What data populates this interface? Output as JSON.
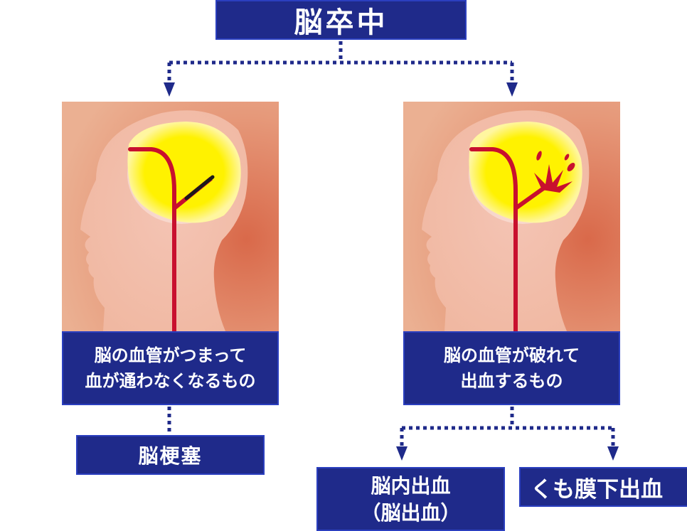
{
  "title": "脳卒中",
  "left": {
    "description_lines": [
      "脳の血管がつまって",
      "血が通わなくなるもの"
    ],
    "result": "脳梗塞"
  },
  "right": {
    "description_lines": [
      "脳の血管が破れて",
      "出血するもの"
    ],
    "results": {
      "hemorrhage_lines": [
        "脳内出血",
        "（脳出血）"
      ],
      "subarachnoid": "くも膜下出血"
    }
  },
  "colors": {
    "box_fill": "#1f2a8a",
    "connector": "#1f2a8a",
    "brain_yellow": "#fff200",
    "vessel_red": "#c8102e",
    "skin_background": "#e6997a"
  }
}
